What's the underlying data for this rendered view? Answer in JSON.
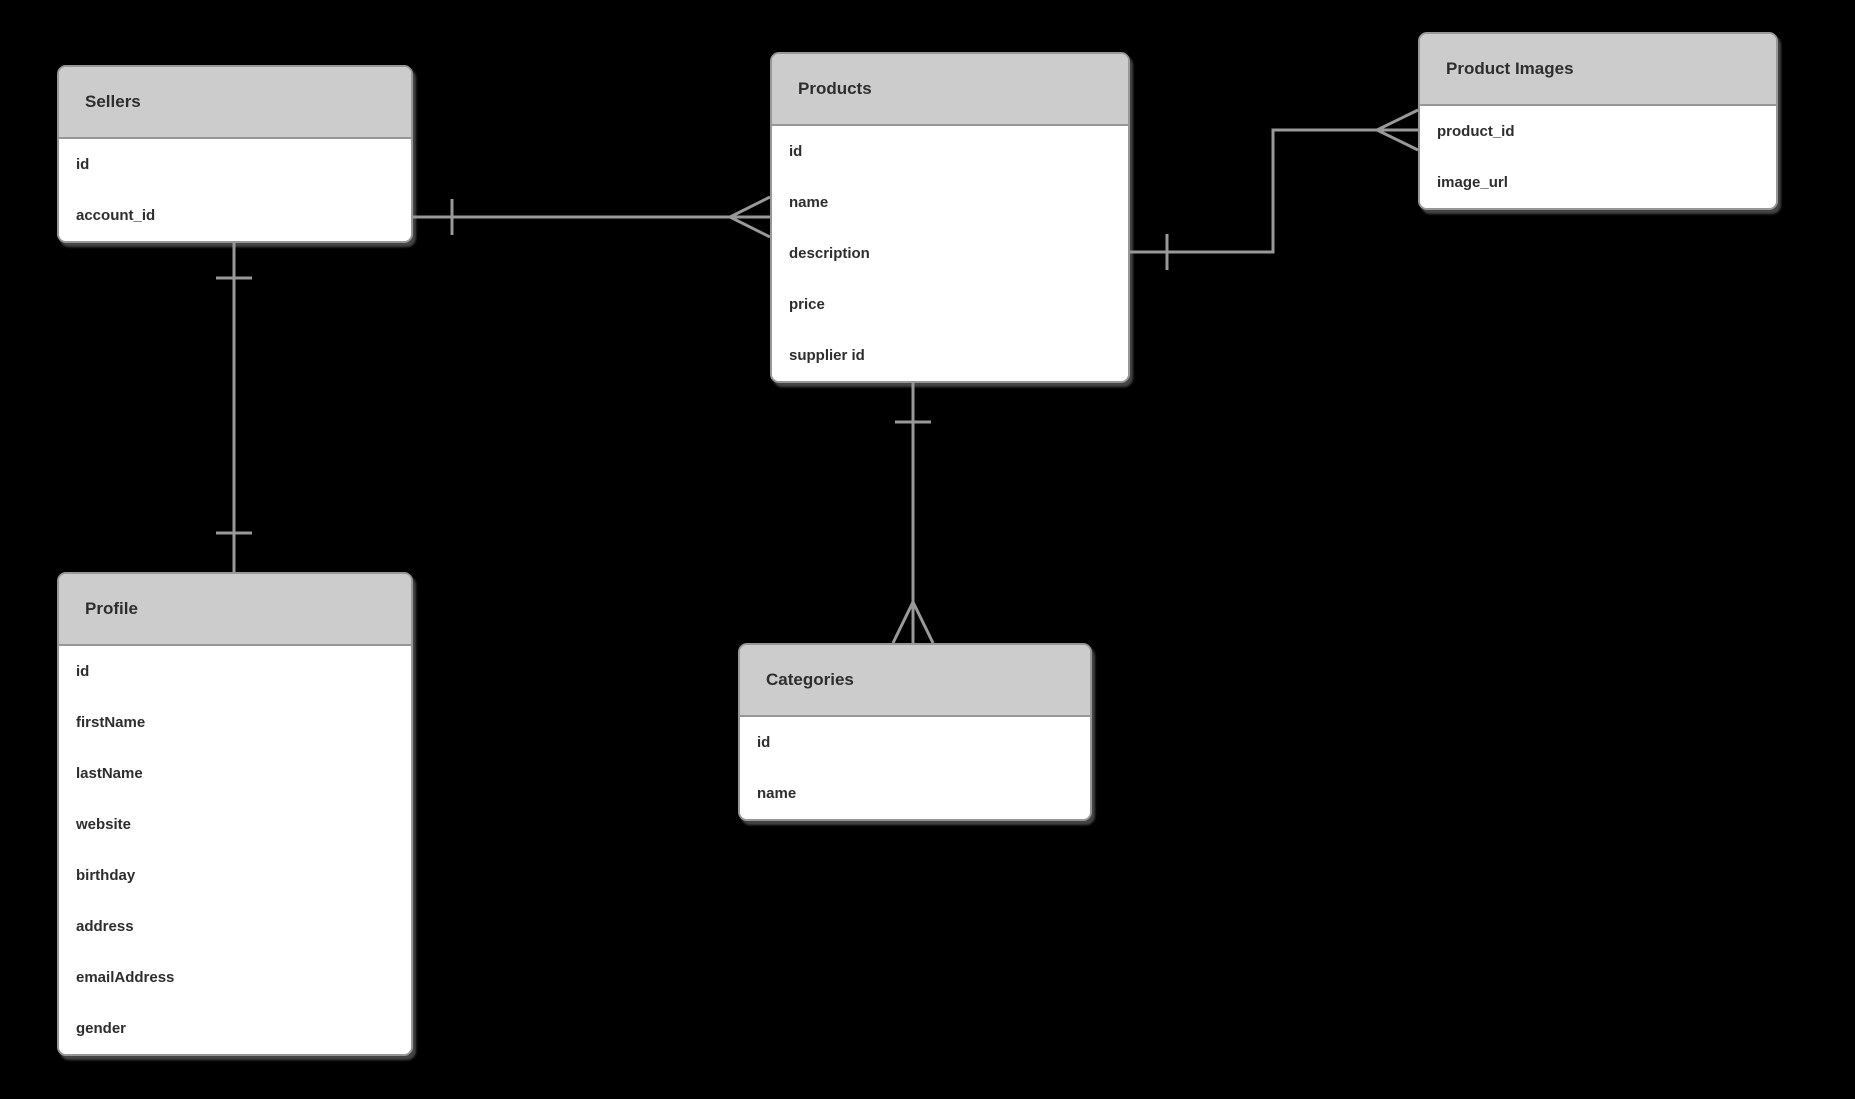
{
  "colors": {
    "background": "#000000",
    "entity_header_fill": "#cccccc",
    "entity_body_fill": "#ffffff",
    "entity_border": "#979797",
    "connector_line": "#999999",
    "text": "#2e2e2e"
  },
  "entities": {
    "sellers": {
      "title": "Sellers",
      "fields": [
        "id",
        "account_id"
      ]
    },
    "products": {
      "title": "Products",
      "fields": [
        "id",
        "name",
        "description",
        "price",
        "supplier id"
      ]
    },
    "product_images": {
      "title": "Product Images",
      "fields": [
        "product_id",
        "image_url"
      ]
    },
    "profile": {
      "title": "Profile",
      "fields": [
        "id",
        "firstName",
        "lastName",
        "website",
        "birthday",
        "address",
        "emailAddress",
        "gender"
      ]
    },
    "categories": {
      "title": "Categories",
      "fields": [
        "id",
        "name"
      ]
    }
  },
  "relationships": [
    {
      "from": "Sellers",
      "to": "Products",
      "cardinality": "one-to-many",
      "from_marker": "one",
      "to_marker": "many"
    },
    {
      "from": "Sellers",
      "to": "Profile",
      "cardinality": "one-to-one",
      "from_marker": "one",
      "to_marker": "one"
    },
    {
      "from": "Products",
      "to": "Product Images",
      "cardinality": "one-to-many",
      "from_marker": "one",
      "to_marker": "many"
    },
    {
      "from": "Products",
      "to": "Categories",
      "cardinality": "one-to-many",
      "from_marker": "one",
      "to_marker": "many"
    }
  ]
}
